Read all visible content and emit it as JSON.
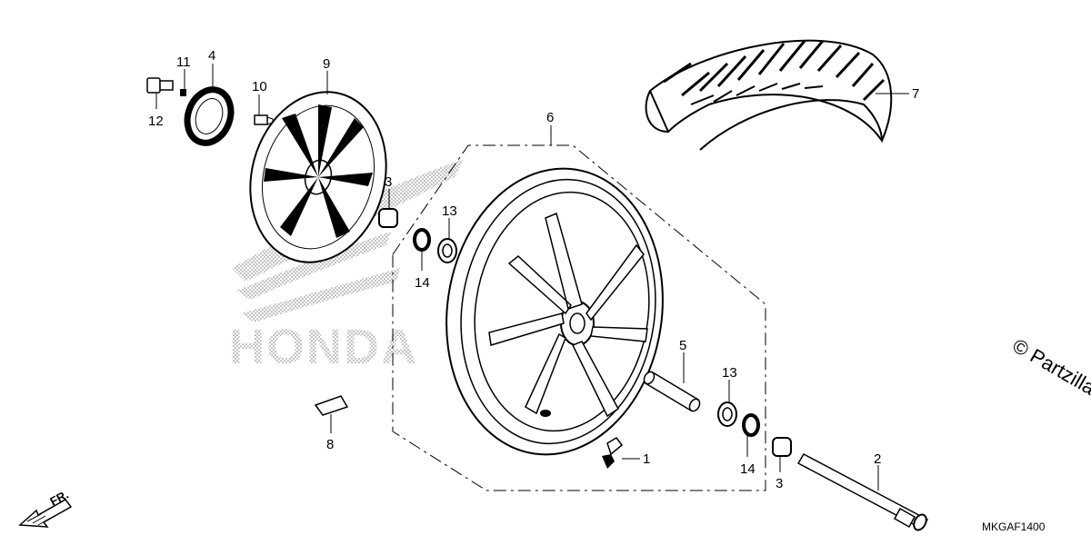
{
  "diagram_code": "MKGAF1400",
  "copyright": "© Partzilla",
  "front_label": "FR.",
  "watermark_brand": "HONDA",
  "callouts": {
    "c1": "1",
    "c2": "2",
    "c3a": "3",
    "c3b": "3",
    "c4": "4",
    "c5": "5",
    "c6": "6",
    "c7": "7",
    "c8": "8",
    "c9": "9",
    "c10": "10",
    "c11": "11",
    "c12": "12",
    "c13a": "13",
    "c13b": "13",
    "c14a": "14",
    "c14b": "14"
  }
}
